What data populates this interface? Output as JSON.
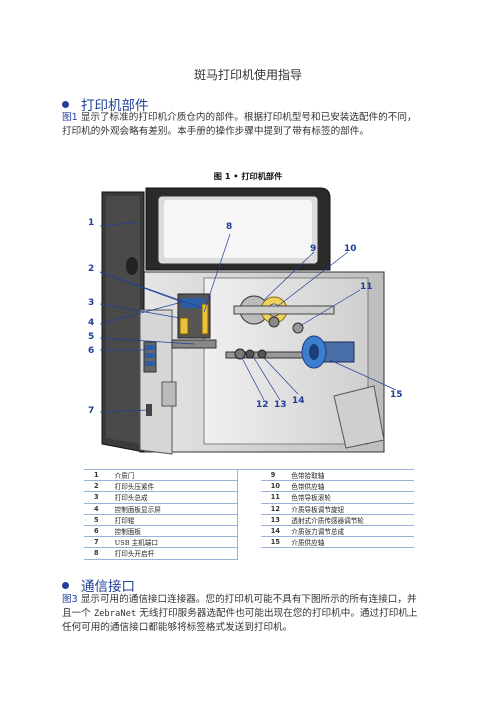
{
  "document": {
    "title": "斑马打印机使用指导"
  },
  "section1": {
    "heading": "打印机部件",
    "para_ref": "图1",
    "para_text": " 显示了标准的打印机介质仓内的部件。根据打印机型号和已安装选配件的不同，打印机的外观会略有差别。本手册的操作步骤中提到了带有标签的部件。"
  },
  "figure": {
    "caption": "图 1 • 打印机部件",
    "callouts": [
      "1",
      "2",
      "3",
      "4",
      "5",
      "6",
      "7",
      "8",
      "9",
      "10",
      "11",
      "12",
      "13",
      "14",
      "15"
    ]
  },
  "parts_table": {
    "left": [
      {
        "num": "1",
        "label": "介质门"
      },
      {
        "num": "2",
        "label": "打印头压紧件"
      },
      {
        "num": "3",
        "label": "打印头总成"
      },
      {
        "num": "4",
        "label": "控制面板显示屏"
      },
      {
        "num": "5",
        "label": "打印辊"
      },
      {
        "num": "6",
        "label": "控制面板"
      },
      {
        "num": "7",
        "label": "USB 主机端口"
      },
      {
        "num": "8",
        "label": "打印头开启杆"
      }
    ],
    "right": [
      {
        "num": "9",
        "label": "色带拾取轴"
      },
      {
        "num": "10",
        "label": "色带供应轴"
      },
      {
        "num": "11",
        "label": "色带导板滚轮"
      },
      {
        "num": "12",
        "label": "介质导板调节旋钮"
      },
      {
        "num": "13",
        "label": "透射式介质传感器调节轮"
      },
      {
        "num": "14",
        "label": "介质张力调节总成"
      },
      {
        "num": "15",
        "label": "介质供应轴"
      }
    ]
  },
  "section2": {
    "heading": "通信接口",
    "para_ref": "图3",
    "para_text_a": " 显示可用的通信接口连接器。您的打印机可能不具有下图所示的所有连接口，并且一个 ",
    "para_mono": "ZebraNet",
    "para_text_b": " 无线打印服务器选配件也可能出现在您的打印机中。通过打印机上任何可用的通信接口都能够将标签格式发送到打印机。"
  }
}
